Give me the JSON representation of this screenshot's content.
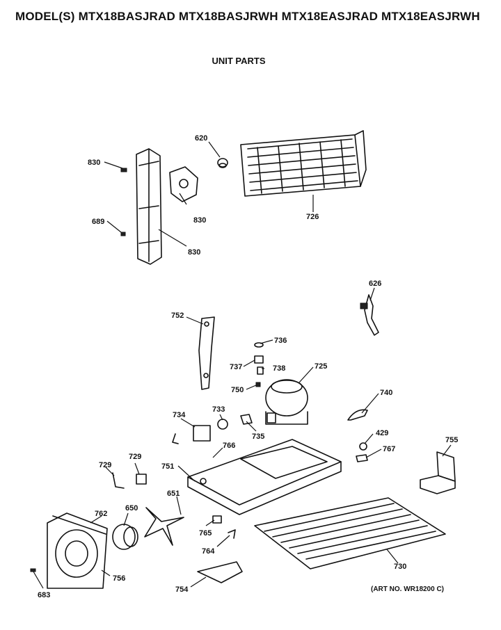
{
  "header": "MODEL(S) MTX18BASJRAD  MTX18BASJRWH  MTX18EASJRAD  MTX18EASJRWH",
  "subtitle": "UNIT PARTS",
  "art_no": "(ART NO. WR18200 C)",
  "callouts": [
    "830",
    "830",
    "830",
    "689",
    "620",
    "726",
    "626",
    "752",
    "736",
    "737",
    "738",
    "750",
    "725",
    "740",
    "734",
    "733",
    "735",
    "766",
    "429",
    "767",
    "755",
    "729",
    "729",
    "751",
    "651",
    "650",
    "762",
    "765",
    "764",
    "730",
    "754",
    "756",
    "683"
  ]
}
